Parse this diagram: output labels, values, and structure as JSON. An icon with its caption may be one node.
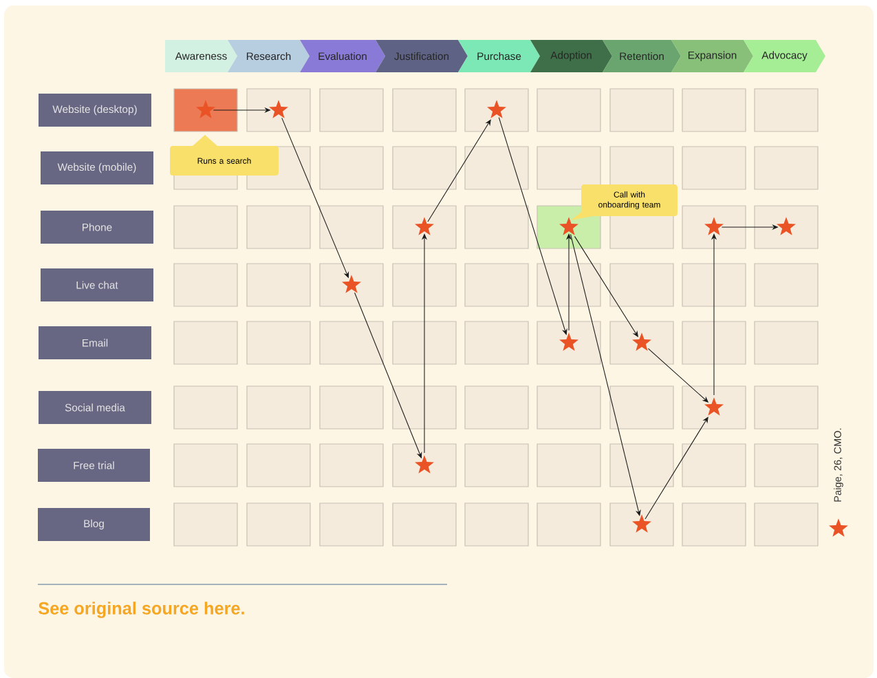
{
  "diagram": {
    "nodes": [
      {
        "text": [
          "Awareness"
        ]
      },
      {
        "text": [
          "Research"
        ]
      },
      {
        "text": [
          "Evaluation"
        ]
      },
      {
        "text": [
          "Justification"
        ]
      },
      {
        "text": [
          "Purchase"
        ]
      },
      {
        "text": [
          "Adoption"
        ]
      },
      {
        "text": [
          "Retention"
        ]
      },
      {
        "text": [
          "Expansion"
        ]
      },
      {
        "text": [
          "Advocacy"
        ]
      },
      {
        "text": [
          "Website (desktop)"
        ]
      },
      {
        "text": [
          "Website (mobile)"
        ]
      },
      {
        "text": [
          "Phone"
        ]
      },
      {
        "text": [
          "Live chat"
        ]
      },
      {
        "text": [
          "Email"
        ]
      },
      {
        "text": [
          "Social media"
        ]
      },
      {
        "text": [
          "Free trial"
        ]
      },
      {
        "text": [
          "Blog"
        ]
      },
      {
        "text": [
          "Runs a search"
        ]
      },
      {
        "text": [
          "Call with onboarding team"
        ]
      },
      {
        "text": [],
        "shape": "star"
      },
      {
        "text": [],
        "shape": "star"
      },
      {
        "text": [],
        "shape": "star"
      },
      {
        "text": [],
        "shape": "star"
      },
      {
        "text": [],
        "shape": "star"
      },
      {
        "text": [],
        "shape": "star"
      },
      {
        "text": [],
        "shape": "star"
      },
      {
        "text": [],
        "shape": "star"
      },
      {
        "text": [],
        "shape": "star"
      },
      {
        "text": [],
        "shape": "star"
      },
      {
        "text": [],
        "shape": "star"
      },
      {
        "text": [],
        "shape": "star"
      },
      {
        "text": [],
        "shape": "star"
      }
    ],
    "edges": [
      {
        "from": 19,
        "to": 20,
        "arrow": "to"
      },
      {
        "from": 20,
        "to": 21,
        "arrow": "to"
      },
      {
        "from": 21,
        "to": 22,
        "arrow": "to"
      },
      {
        "from": 22,
        "to": 23,
        "arrow": "to"
      },
      {
        "from": 23,
        "to": 24,
        "arrow": "to"
      },
      {
        "from": 24,
        "to": 25,
        "arrow": "to"
      },
      {
        "from": 25,
        "to": 26,
        "arrow": "to"
      },
      {
        "from": 26,
        "to": 27,
        "arrow": "to"
      },
      {
        "from": 26,
        "to": 28,
        "arrow": "to"
      },
      {
        "from": 28,
        "to": 29,
        "arrow": "to"
      },
      {
        "from": 27,
        "to": 29,
        "arrow": "to"
      },
      {
        "from": 29,
        "to": 30,
        "arrow": "to"
      },
      {
        "from": 30,
        "to": 31,
        "arrow": "to"
      }
    ],
    "labels": [
      "See original source here."
    ],
    "legend": [
      {
        "text": "Paige, 26, CMO."
      }
    ]
  }
}
